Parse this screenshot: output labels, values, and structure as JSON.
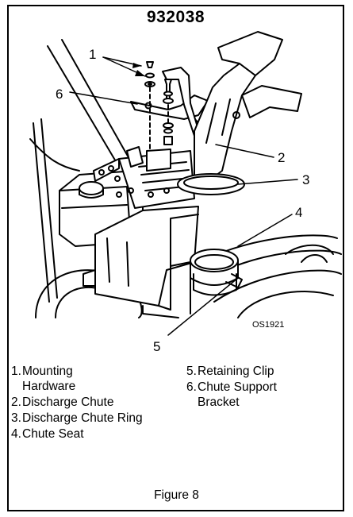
{
  "part_number": "932038",
  "callouts": [
    "1",
    "2",
    "3",
    "4",
    "5",
    "6"
  ],
  "figure_code": "OS1921",
  "legend": [
    {
      "num": "1.",
      "text": "Mounting Hardware"
    },
    {
      "num": "2.",
      "text": "Discharge Chute"
    },
    {
      "num": "3.",
      "text": "Discharge Chute Ring"
    },
    {
      "num": "4.",
      "text": "Chute Seat"
    },
    {
      "num": "5.",
      "text": "Retaining Clip"
    },
    {
      "num": "6.",
      "text": "Chute Support Bracket"
    }
  ],
  "caption": "Figure 8"
}
